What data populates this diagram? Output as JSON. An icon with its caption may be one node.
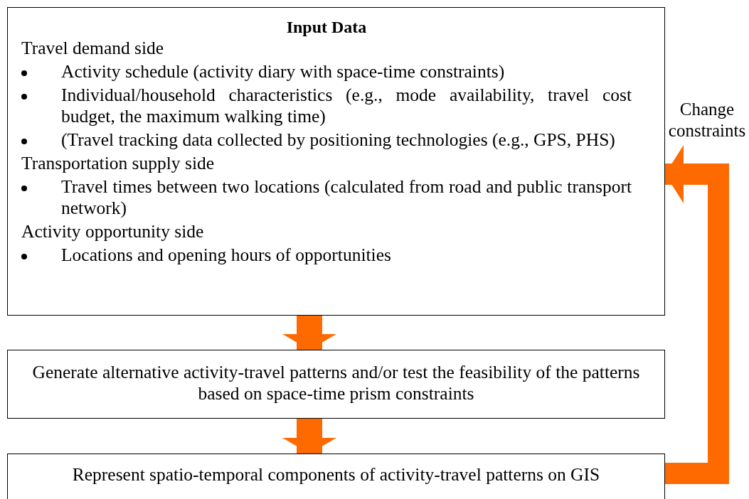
{
  "diagram": {
    "nodes": [
      {
        "text": [
          "Input Data",
          "Travel demand side",
          "Activity schedule (activity diary with space-time constraints)",
          "Individual/household characteristics (e.g., mode availability, travel cost budget, the maximum walking time)",
          "(Travel tracking data collected by positioning technologies (e.g., GPS, PHS)",
          "Transportation supply side",
          "Travel times between two locations (calculated from road and public transport network)",
          "Activity opportunity side",
          "Locations and opening hours of opportunities"
        ]
      },
      {
        "text": [
          "Generate alternative activity-travel patterns and/or test the feasibility of the patterns based on space-time prism constraints"
        ]
      },
      {
        "text": [
          "Represent spatio-temporal components of activity-travel patterns on GIS"
        ]
      }
    ],
    "edges": [
      {
        "from": 0,
        "to": 1,
        "arrow": "to"
      },
      {
        "from": 1,
        "to": 2,
        "arrow": "to"
      },
      {
        "from": 2,
        "to": 0,
        "arrow": "to",
        "label": "Change constraints"
      }
    ]
  }
}
